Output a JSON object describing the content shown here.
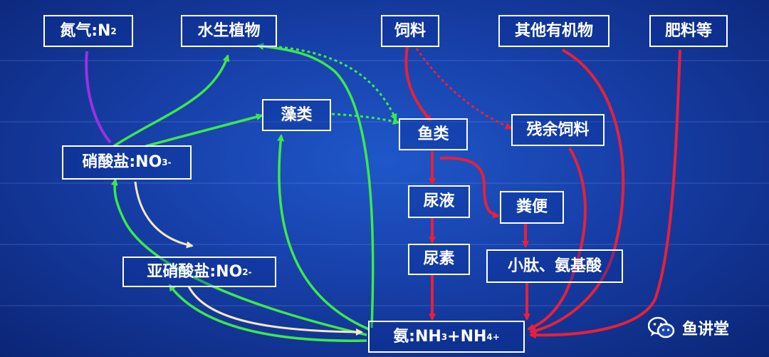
{
  "nodes": {
    "nitrogen": {
      "label": "氮气:N",
      "sub": "2"
    },
    "aquatic_plants": {
      "label": "水生植物"
    },
    "feed": {
      "label": "饲料"
    },
    "other_organics": {
      "label": "其他有机物"
    },
    "fertilizer": {
      "label": "肥料等"
    },
    "algae": {
      "label": "藻类"
    },
    "fish": {
      "label": "鱼类"
    },
    "residual_feed": {
      "label": "残余饲料"
    },
    "nitrate": {
      "label": "硝酸盐:NO",
      "sub": "3",
      "sup": "-"
    },
    "urine": {
      "label": "尿液"
    },
    "feces": {
      "label": "粪便"
    },
    "nitrite": {
      "label": "亚硝酸盐:NO",
      "sub": "2",
      "sup": "-"
    },
    "urea": {
      "label": "尿素"
    },
    "peptides": {
      "label": "小肽、氨基酸"
    },
    "ammonia": {
      "label": "氨:NH",
      "sub1": "3",
      "mid": "+NH",
      "sub2": "4",
      "sup": "+"
    }
  },
  "watermark": {
    "text": "鱼讲堂",
    "icon": "wechat-icon"
  },
  "colors": {
    "green": "#3de84a",
    "red": "#e8203a",
    "purple": "#9b30e0",
    "cream": "#f5e9c4",
    "background": "#1a47b4"
  }
}
